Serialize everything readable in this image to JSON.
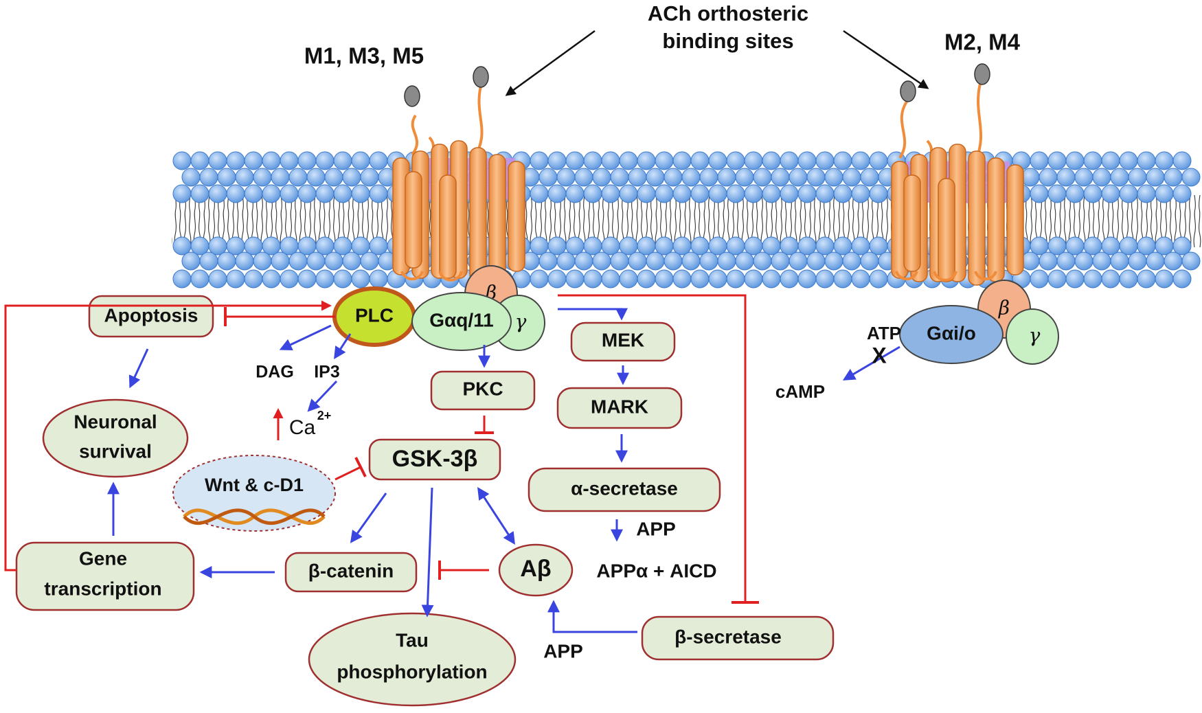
{
  "labels": {
    "ach_line1": "ACh orthosteric",
    "ach_line2": "binding sites",
    "m135": "M1, M3, M5",
    "m24": "M2, M4",
    "plc": "PLC",
    "beta": "β",
    "gamma": "γ",
    "gaq": "Gαq/11",
    "gai": "Gαi/o",
    "atp": "ATP",
    "x_mark": "X",
    "camp": "cAMP",
    "apoptosis": "Apoptosis",
    "dag": "DAG",
    "ip3": "IP3",
    "ca": "Ca",
    "ca_sup": "2+",
    "neuronal_line1": "Neuronal",
    "neuronal_line2": "survival",
    "pkc": "PKC",
    "gsk": "GSK-3β",
    "wnt": "Wnt & c-D1",
    "gene_line1": "Gene",
    "gene_line2": "transcription",
    "bcatenin": "β-catenin",
    "tau_line1": "Tau",
    "tau_line2": "phosphorylation",
    "app_bottom": "APP",
    "abeta": "Aβ",
    "appa_aicd": "APPα + AICD",
    "bsecretase": "β-secretase",
    "mek": "MEK",
    "mark": "MARK",
    "asecretase": "α-secretase",
    "app_right": "APP"
  },
  "colors": {
    "membrane_head": "#7fb3ef",
    "receptor": "#f6a35f",
    "box_fill": "#e3ecd6",
    "box_border": "#a03030",
    "activation_arrow": "#3a45e0",
    "inhibition": "#e02020",
    "plc_fill": "#c6e030",
    "gai_fill": "#8db4e2"
  }
}
